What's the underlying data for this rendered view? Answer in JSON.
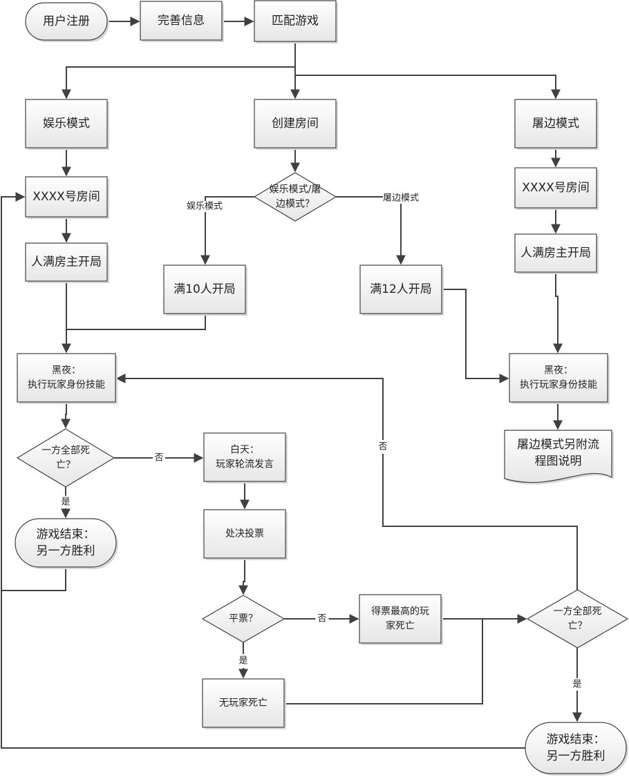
{
  "diagram": {
    "type": "flowchart",
    "title": "",
    "nodes": [
      {
        "id": "register",
        "shape": "terminal",
        "lines": [
          "用户注册"
        ]
      },
      {
        "id": "profile",
        "shape": "process",
        "lines": [
          "完善信息"
        ]
      },
      {
        "id": "match",
        "shape": "process",
        "lines": [
          "匹配游戏"
        ]
      },
      {
        "id": "ent_mode",
        "shape": "process",
        "lines": [
          "娱乐模式"
        ]
      },
      {
        "id": "create_room",
        "shape": "process",
        "lines": [
          "创建房间"
        ]
      },
      {
        "id": "kill_mode",
        "shape": "process",
        "lines": [
          "屠边模式"
        ]
      },
      {
        "id": "room_left",
        "shape": "process",
        "lines": [
          "XXXX号房间"
        ]
      },
      {
        "id": "mode_decision",
        "shape": "decision",
        "lines": [
          "娱乐模式/屠",
          "边模式？"
        ]
      },
      {
        "id": "room_right",
        "shape": "process",
        "lines": [
          "XXXX号房间"
        ]
      },
      {
        "id": "full_left",
        "shape": "process",
        "lines": [
          "人满房主开局"
        ]
      },
      {
        "id": "full10",
        "shape": "process",
        "lines": [
          "满10人开局"
        ]
      },
      {
        "id": "full12",
        "shape": "process",
        "lines": [
          "满12人开局"
        ]
      },
      {
        "id": "full_right",
        "shape": "process",
        "lines": [
          "人满房主开局"
        ]
      },
      {
        "id": "night_left",
        "shape": "process",
        "lines": [
          "黑夜：",
          "执行玩家身份技能"
        ]
      },
      {
        "id": "night_right",
        "shape": "process",
        "lines": [
          "黑夜：",
          "执行玩家身份技能"
        ]
      },
      {
        "id": "dead_check1",
        "shape": "decision",
        "lines": [
          "一方全部死",
          "亡？"
        ]
      },
      {
        "id": "day",
        "shape": "process",
        "lines": [
          "白天：",
          "玩家轮流发言"
        ]
      },
      {
        "id": "kill_doc",
        "shape": "document",
        "lines": [
          "屠边模式另附流",
          "程图说明"
        ]
      },
      {
        "id": "end_left",
        "shape": "terminal",
        "lines": [
          "游戏结束：",
          "另一方胜利"
        ]
      },
      {
        "id": "vote",
        "shape": "process",
        "lines": [
          "处决投票"
        ]
      },
      {
        "id": "tie",
        "shape": "decision",
        "lines": [
          "平票？"
        ]
      },
      {
        "id": "top_dies",
        "shape": "process",
        "lines": [
          "得票最高的玩",
          "家死亡"
        ]
      },
      {
        "id": "dead_check2",
        "shape": "decision",
        "lines": [
          "一方全部死",
          "亡？"
        ]
      },
      {
        "id": "no_death",
        "shape": "process",
        "lines": [
          "无玩家死亡"
        ]
      },
      {
        "id": "end_right",
        "shape": "terminal",
        "lines": [
          "游戏结束：",
          "另一方胜利"
        ]
      }
    ],
    "edges": [
      {
        "from": "register",
        "to": "profile",
        "label": ""
      },
      {
        "from": "profile",
        "to": "match",
        "label": ""
      },
      {
        "from": "match",
        "to": "ent_mode",
        "label": ""
      },
      {
        "from": "match",
        "to": "create_room",
        "label": ""
      },
      {
        "from": "match",
        "to": "kill_mode",
        "label": ""
      },
      {
        "from": "ent_mode",
        "to": "room_left",
        "label": ""
      },
      {
        "from": "create_room",
        "to": "mode_decision",
        "label": ""
      },
      {
        "from": "mode_decision",
        "to": "full10",
        "label": "娱乐模式"
      },
      {
        "from": "mode_decision",
        "to": "full12",
        "label": "屠边模式"
      },
      {
        "from": "kill_mode",
        "to": "room_right",
        "label": ""
      },
      {
        "from": "room_left",
        "to": "full_left",
        "label": ""
      },
      {
        "from": "room_right",
        "to": "full_right",
        "label": ""
      },
      {
        "from": "full_left",
        "to": "night_left",
        "label": ""
      },
      {
        "from": "full10",
        "to": "night_left",
        "label": ""
      },
      {
        "from": "full12",
        "to": "night_right",
        "label": ""
      },
      {
        "from": "full_right",
        "to": "night_right",
        "label": ""
      },
      {
        "from": "night_right",
        "to": "kill_doc",
        "label": ""
      },
      {
        "from": "night_left",
        "to": "dead_check1",
        "label": ""
      },
      {
        "from": "dead_check1",
        "to": "day",
        "label": "否"
      },
      {
        "from": "dead_check1",
        "to": "end_left",
        "label": "是"
      },
      {
        "from": "end_left",
        "to": "room_left",
        "label": ""
      },
      {
        "from": "day",
        "to": "vote",
        "label": ""
      },
      {
        "from": "vote",
        "to": "tie",
        "label": ""
      },
      {
        "from": "tie",
        "to": "top_dies",
        "label": "否"
      },
      {
        "from": "tie",
        "to": "no_death",
        "label": "是"
      },
      {
        "from": "top_dies",
        "to": "dead_check2",
        "label": ""
      },
      {
        "from": "no_death",
        "to": "dead_check2",
        "label": ""
      },
      {
        "from": "dead_check2",
        "to": "night_left",
        "label": "否"
      },
      {
        "from": "dead_check2",
        "to": "end_right",
        "label": "是"
      },
      {
        "from": "end_right",
        "to": "room_left",
        "label": ""
      }
    ],
    "edge_labels": {
      "entertainment": "娱乐模式",
      "killside": "屠边模式",
      "no": "否",
      "yes": "是"
    }
  }
}
